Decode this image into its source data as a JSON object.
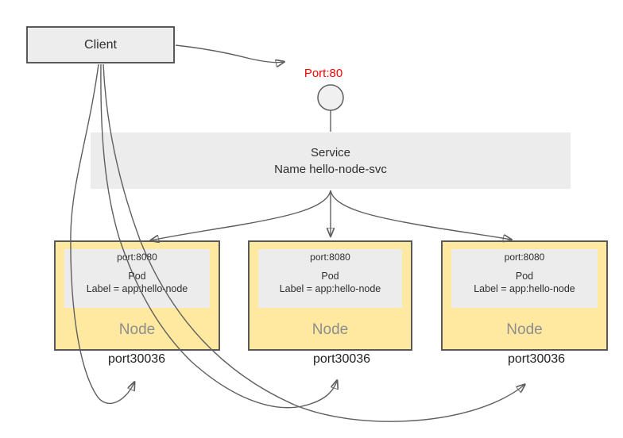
{
  "client": {
    "label": "Client"
  },
  "external_port": {
    "label": "Port:80"
  },
  "service": {
    "title": "Service",
    "name_line": "Name hello-node-svc"
  },
  "nodes": [
    {
      "container_port": "port:8080",
      "pod_title": "Pod",
      "pod_label": "Label = app:hello-node",
      "node_label": "Node",
      "node_port": "port30036"
    },
    {
      "container_port": "port:8080",
      "pod_title": "Pod",
      "pod_label": "Label = app:hello-node",
      "node_label": "Node",
      "node_port": "port30036"
    },
    {
      "container_port": "port:8080",
      "pod_title": "Pod",
      "pod_label": "Label = app:hello-node",
      "node_label": "Node",
      "node_port": "port30036"
    }
  ],
  "colors": {
    "port_accent": "#ff0000",
    "node_fill": "#ffe9a1",
    "node_border": "#595959",
    "panel_fill": "#ececec",
    "connector": "#5f5f5f",
    "client_fill": "#ededed"
  }
}
